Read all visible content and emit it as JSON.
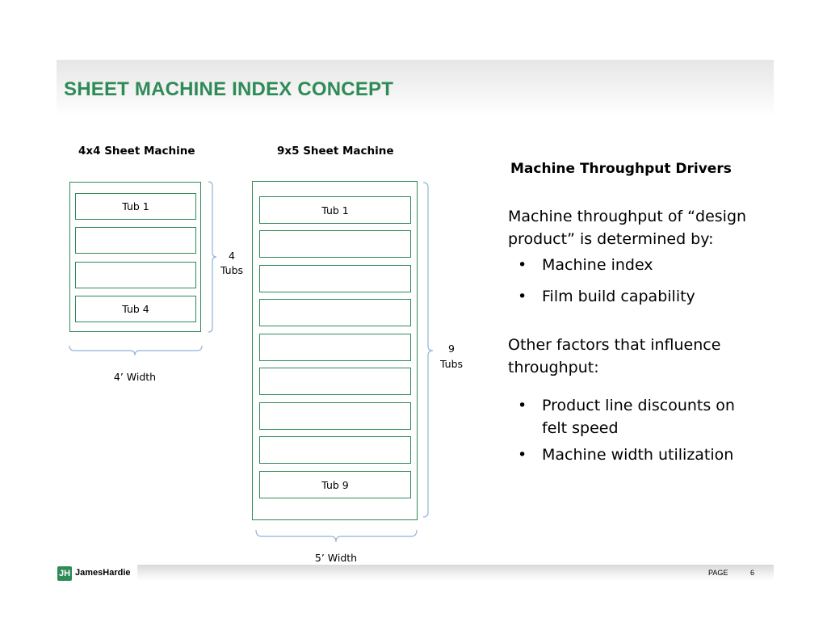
{
  "title": "SHEET MACHINE INDEX CONCEPT",
  "machine_small": {
    "label": "4x4 Sheet Machine",
    "tub_first": "Tub 1",
    "tub_last": "Tub 4",
    "count_number": "4",
    "count_unit": "Tubs",
    "width_label": "4’ Width"
  },
  "machine_large": {
    "label": "9x5 Sheet Machine",
    "tub_first": "Tub 1",
    "tub_last": "Tub 9",
    "count_number": "9",
    "count_unit": "Tubs",
    "width_label": "5’ Width"
  },
  "drivers": {
    "title": "Machine Throughput Drivers",
    "intro": "Machine throughput of “design product” is determined by:",
    "bullets_primary": [
      "Machine index",
      "Film build capability"
    ],
    "other_intro": "Other factors that influence throughput:",
    "bullets_other": [
      "Product line discounts on felt speed",
      "Machine width utilization"
    ]
  },
  "footer": {
    "logo_mark": "JH",
    "logo_text": "JamesHardie",
    "page_label": "PAGE",
    "page_number": "6"
  },
  "colors": {
    "accent": "#2e8b57",
    "bracket": "#8fb4d9"
  }
}
